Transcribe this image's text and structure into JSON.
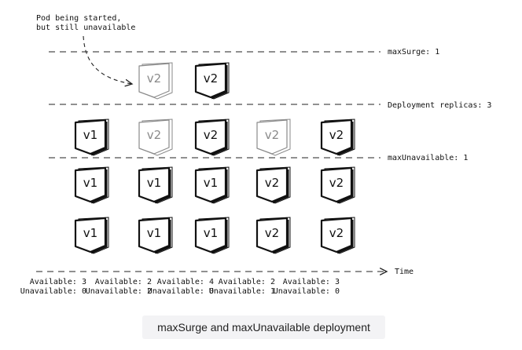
{
  "annotation": {
    "line1": "Pod being started,",
    "line2": "but still unavailable"
  },
  "lines": {
    "max_surge": "maxSurge: 1",
    "replicas": "Deployment replicas: 3",
    "max_unavailable": "maxUnavailable: 1",
    "time": "Time"
  },
  "columns": [
    {
      "surge": null,
      "pods": [
        {
          "label": "v1",
          "ready": true
        },
        {
          "label": "v1",
          "ready": true
        },
        {
          "label": "v1",
          "ready": true
        }
      ],
      "available": "Available: 3",
      "unavailable": "Unavailable: 0"
    },
    {
      "surge": {
        "label": "v2",
        "ready": false
      },
      "pods": [
        {
          "label": "v2",
          "ready": false
        },
        {
          "label": "v1",
          "ready": true
        },
        {
          "label": "v1",
          "ready": true
        }
      ],
      "available": "Available: 2",
      "unavailable": "Unavailable: 2"
    },
    {
      "surge": {
        "label": "v2",
        "ready": true
      },
      "pods": [
        {
          "label": "v2",
          "ready": true
        },
        {
          "label": "v1",
          "ready": true
        },
        {
          "label": "v1",
          "ready": true
        }
      ],
      "available": "Available: 4",
      "unavailable": "Unavailable: 0"
    },
    {
      "surge": null,
      "pods": [
        {
          "label": "v2",
          "ready": false
        },
        {
          "label": "v2",
          "ready": true
        },
        {
          "label": "v2",
          "ready": true
        }
      ],
      "available": "Available: 2",
      "unavailable": "Unavailable: 1"
    },
    {
      "surge": null,
      "pods": [
        {
          "label": "v2",
          "ready": true
        },
        {
          "label": "v2",
          "ready": true
        },
        {
          "label": "v2",
          "ready": true
        }
      ],
      "available": "Available: 3",
      "unavailable": "Unavailable: 0"
    }
  ],
  "caption": "maxSurge and maxUnavailable deployment",
  "colors": {
    "ready_stroke": "#111111",
    "starting_stroke": "#8a8a8a",
    "line": "#222222",
    "caption_bg": "#f3f3f5"
  }
}
